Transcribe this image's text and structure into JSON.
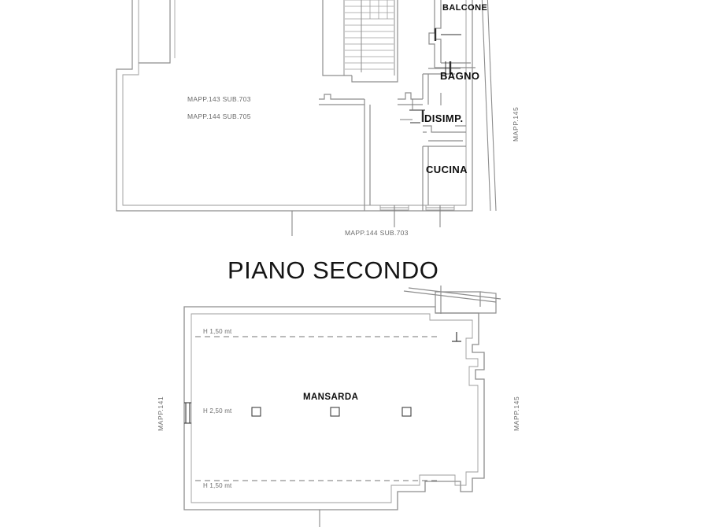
{
  "document": {
    "type": "architectural-floor-plan",
    "title": "PIANO SECONDO"
  },
  "upper_plan": {
    "name": "second-floor-apartment-plan",
    "cadastral_notes": [
      "MAPP.143 SUB.703",
      "MAPP.144 SUB.705"
    ],
    "bottom_note": "MAPP.144 SUB.703",
    "right_boundary_label": "MAPP.145",
    "rooms": [
      {
        "id": "balcone",
        "label": "BALCONE"
      },
      {
        "id": "bagno",
        "label": "BAGNO"
      },
      {
        "id": "disimpegno",
        "label": "DISIMP."
      },
      {
        "id": "cucina",
        "label": "CUCINA"
      }
    ]
  },
  "floor_title": "PIANO SECONDO",
  "lower_plan": {
    "name": "attic-plan",
    "room_label": "MANSARDA",
    "height_notes": [
      "H 1,50 mt",
      "H 2,50 mt",
      "H 1,50 mt"
    ],
    "left_boundary_label": "MAPP.141",
    "right_boundary_label": "MAPP.145",
    "pillar_count": 3
  },
  "colors": {
    "line": "#8a8a8a",
    "line_dark": "#3d3d3d",
    "text": "#121212",
    "text_muted": "#6a6a6a",
    "background": "#ffffff"
  }
}
